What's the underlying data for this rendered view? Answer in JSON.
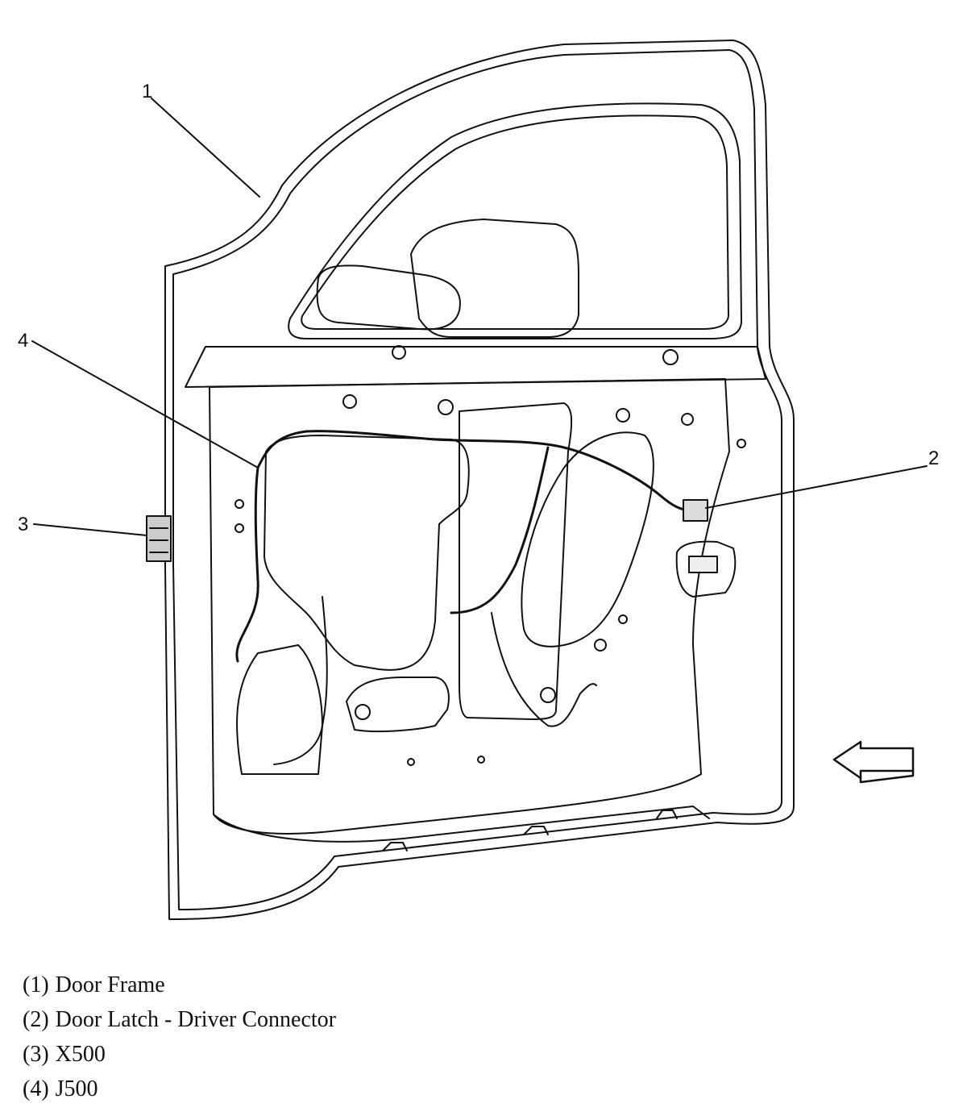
{
  "callouts": [
    {
      "id": "1",
      "label": "1"
    },
    {
      "id": "2",
      "label": "2"
    },
    {
      "id": "3",
      "label": "3"
    },
    {
      "id": "4",
      "label": "4"
    }
  ],
  "legend": [
    {
      "num": "(1)",
      "text": "Door Frame"
    },
    {
      "num": "(2)",
      "text": "Door Latch - Driver Connector"
    },
    {
      "num": "(3)",
      "text": "X500"
    },
    {
      "num": "(4)",
      "text": "J500"
    }
  ],
  "icons": {
    "direction_arrow": "left-arrow-icon"
  },
  "colors": {
    "line": "#111111",
    "background": "#ffffff"
  }
}
